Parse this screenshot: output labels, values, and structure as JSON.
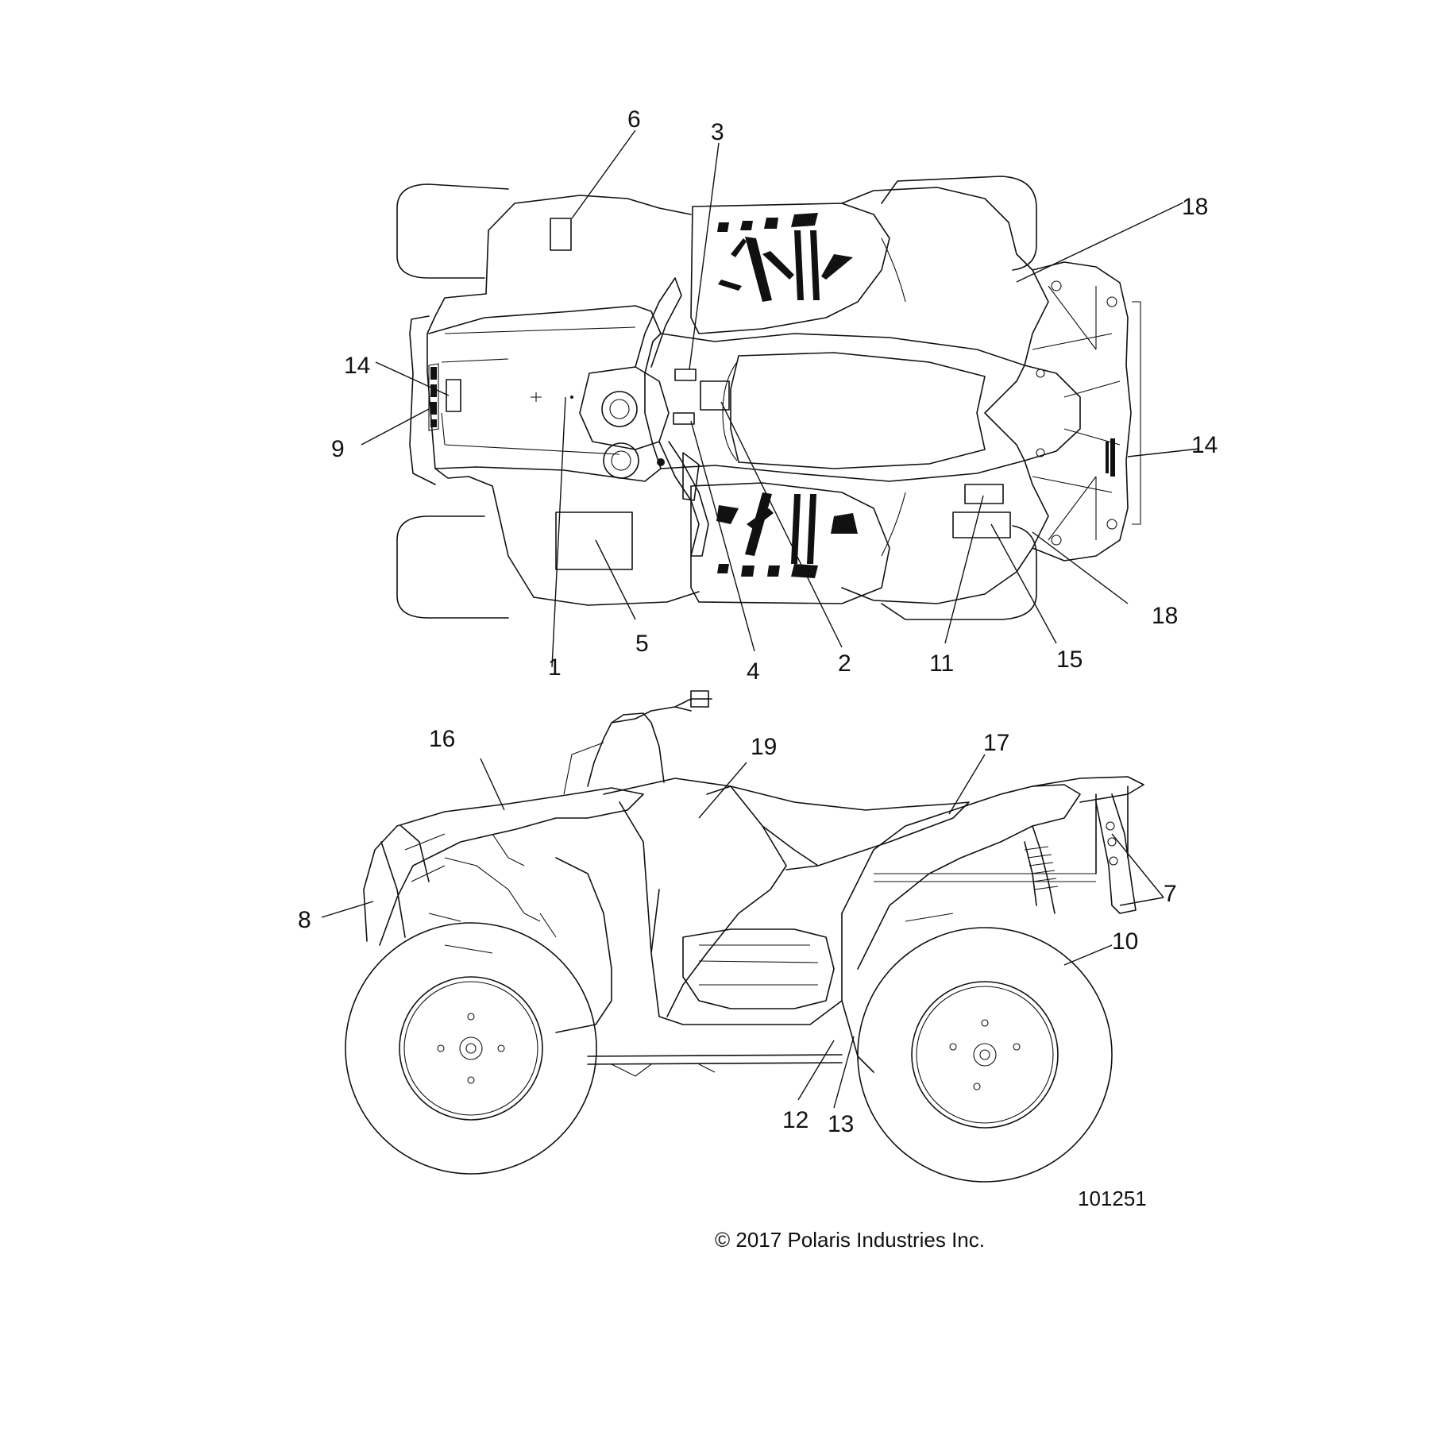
{
  "callouts": {
    "c1": "1",
    "c2": "2",
    "c3": "3",
    "c4": "4",
    "c5": "5",
    "c6": "6",
    "c7": "7",
    "c8": "8",
    "c9": "9",
    "c10": "10",
    "c11": "11",
    "c12": "12",
    "c13": "13",
    "c14a": "14",
    "c14b": "14",
    "c15": "15",
    "c16": "16",
    "c17": "17",
    "c18a": "18",
    "c18b": "18",
    "c19": "19"
  },
  "figure_id": "101251",
  "copyright": "© 2017 Polaris Industries Inc."
}
